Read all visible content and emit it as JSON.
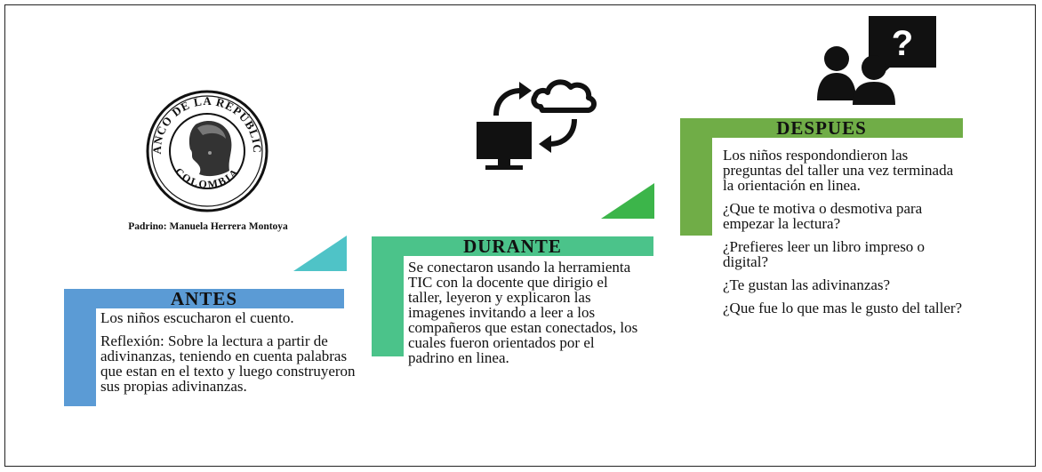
{
  "logo": {
    "top_text": "BANCO DE LA REPÚBLICA",
    "bottom_text": "COLOMBIA"
  },
  "caption": "Padrino: Manuela Herrera Montoya",
  "steps": {
    "antes": {
      "title": "ANTES",
      "color": "#5b9bd5",
      "paragraphs": [
        "Los niños escucharon el cuento.",
        "Reflexión: Sobre la lectura a partir de adivinanzas, teniendo en cuenta palabras que estan en el texto y luego construyeron sus propias adivinanzas."
      ]
    },
    "durante": {
      "title": "DURANTE",
      "color": "#4bc38a",
      "paragraphs": [
        "Se conectaron usando la herramienta TIC con la docente que dirigio el taller, leyeron y explicaron las imagenes invitando a leer a los compañeros que estan conectados, los cuales fueron orientados por el padrino en linea."
      ]
    },
    "despues": {
      "title": "DESPUES",
      "color": "#70ad47",
      "paragraphs": [
        "Los niños respondondieron las preguntas del taller una vez terminada la orientación en linea.",
        "¿Que te motiva o desmotiva para empezar la lectura?",
        "¿Prefieres leer un libro impreso o digital?",
        "¿Te gustan las adivinanzas?",
        "¿Que fue lo que mas le gusto del taller?"
      ]
    }
  },
  "icons": {
    "cloud_sync": "computer-cloud-sync-icon",
    "question": "people-question-icon"
  }
}
